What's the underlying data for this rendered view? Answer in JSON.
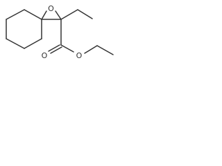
{
  "molecule": {
    "atoms": {
      "epoxide_oxygen": "O",
      "carbonyl_oxygen": "O",
      "ester_oxygen": "O"
    },
    "colors": {
      "bond": "#333333",
      "background": "#ffffff"
    }
  }
}
